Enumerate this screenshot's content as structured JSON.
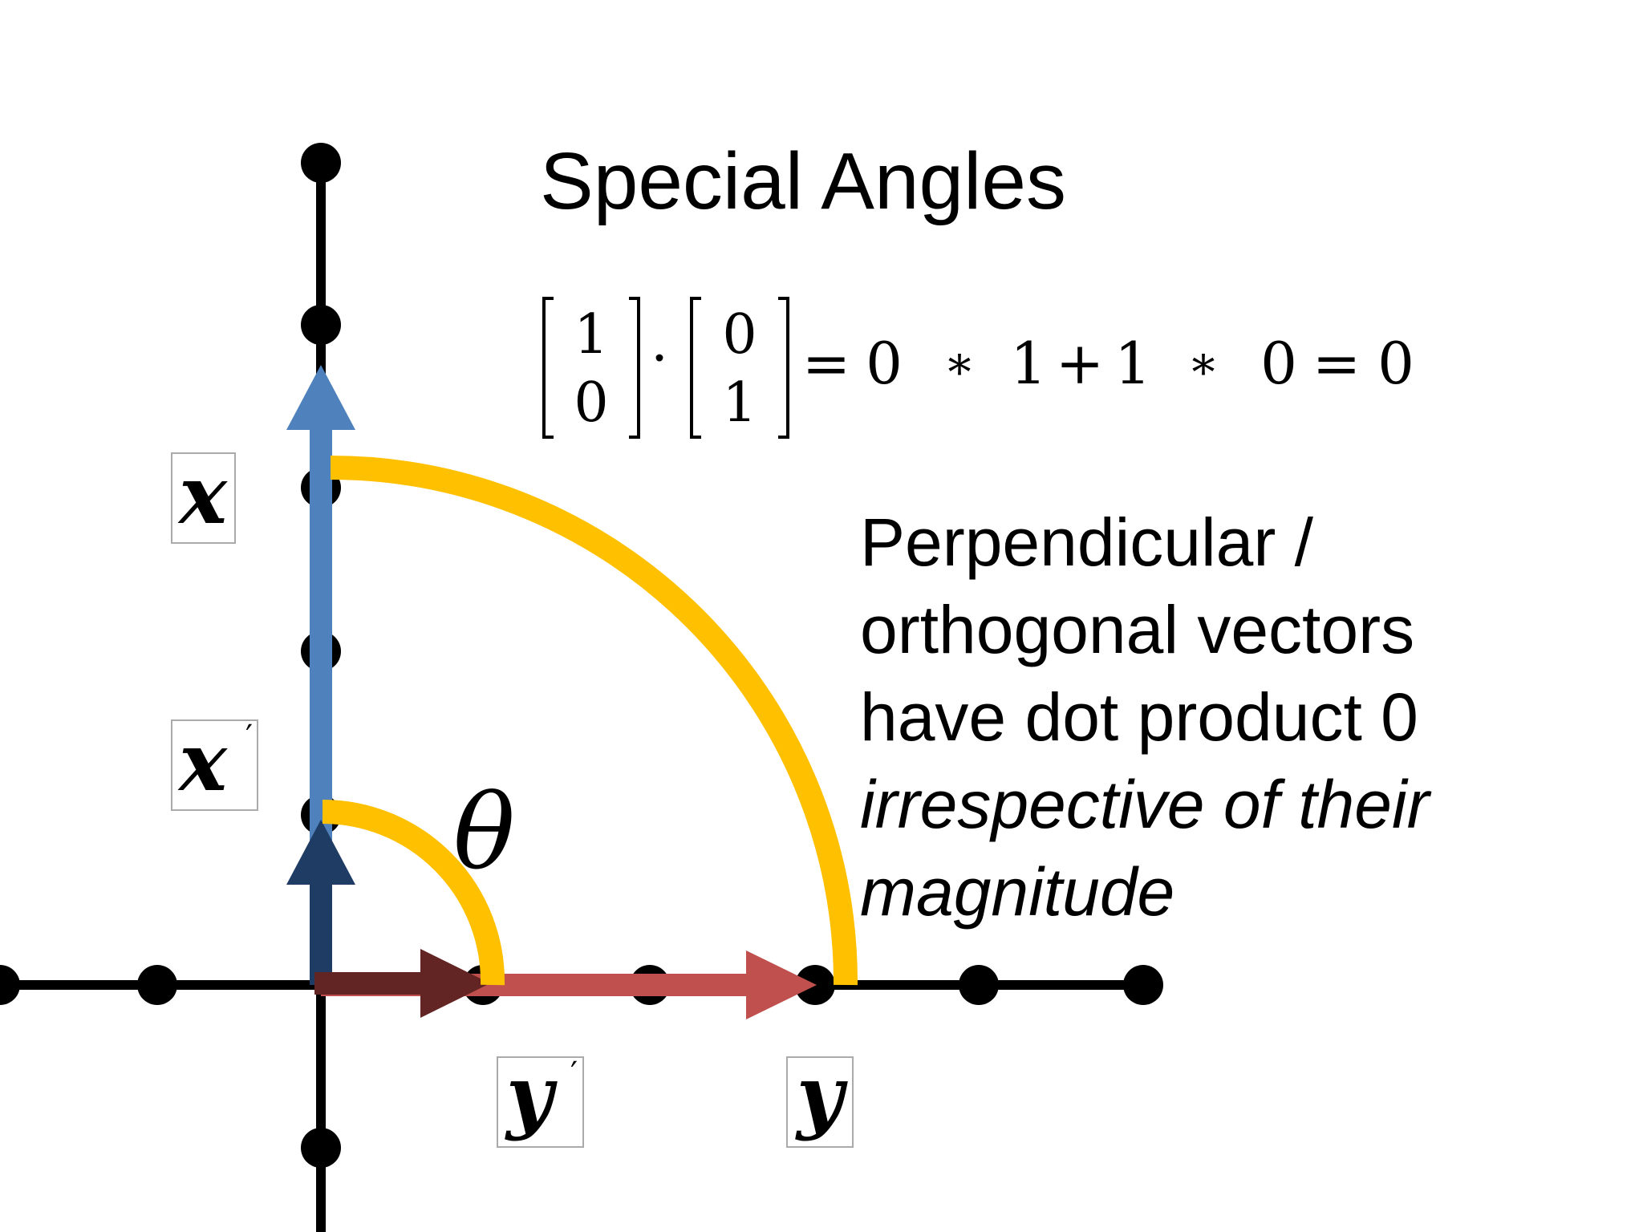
{
  "slide": {
    "title": "Special Angles",
    "explanation": {
      "line1": "Perpendicular /",
      "line2": "orthogonal vectors",
      "line3": "have dot product 0",
      "line4": "irrespective of their",
      "line5": "magnitude"
    }
  },
  "equation": {
    "vector_a": [
      "1",
      "0"
    ],
    "dot": "·",
    "vector_b": [
      "0",
      "1"
    ],
    "expansion": [
      "=",
      "0",
      "*",
      "1",
      "+",
      "1",
      "*",
      "0",
      "=",
      "0"
    ]
  },
  "diagram": {
    "angle_symbol": "θ",
    "labels": {
      "x": "x",
      "x_prime": "x",
      "y": "y",
      "y_prime": "y",
      "prime_mark": "′"
    },
    "colors": {
      "axis": "#000000",
      "vector_x": "#4f81bd",
      "vector_x_prime": "#1f3c64",
      "vector_y": "#c0504d",
      "vector_y_prime": "#632523",
      "angle_arc": "#ffc000"
    }
  }
}
